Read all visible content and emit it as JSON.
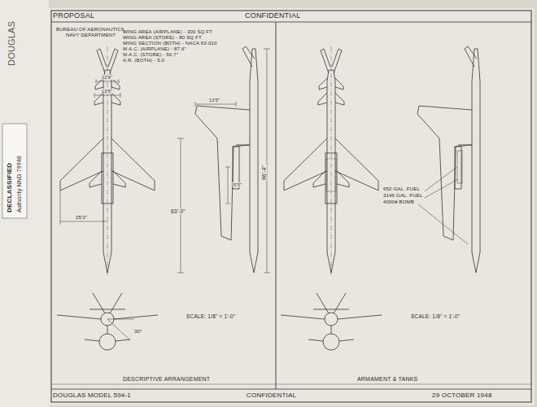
{
  "diagram": {
    "labels": [
      "PROPOSAL",
      "CONFIDENTIAL",
      "BUREAU OF AERONAUTICS",
      "NAVY DEPARTMENT",
      "WING AREA (AIRPLANE) - 300 SQ FT",
      "WING AREA (STORE) - 80 SQ FT",
      "WING SECTION (BOTH) - NACA 63-010",
      "M.A.C. (AIRPLANE) - 87.6\"",
      "M.A.C. (STORE) - 50.7\"",
      "A.R. (BOTH) - 5.0",
      "12'6\"",
      "13'5\"",
      "13'5\"",
      "63'-0\"",
      "25'0\"",
      "15'5\"",
      "86'-4\"",
      "30°",
      "SCALE: 1/8\" = 1'-0\"",
      "DESCRIPTIVE ARRANGEMENT",
      "652 GAL. FUEL",
      "3146 GAL. FUEL",
      "4000# BOMB",
      "SCALE: 1/8\" = 1'-0\"",
      "ARMAMENT & TANKS",
      "DOUGLAS MODEL 594-1",
      "CONFIDENTIAL",
      "29 OCTOBER 1948",
      "DOUGLAS",
      "DECLASSIFIED",
      "Authority NND 79946"
    ]
  }
}
